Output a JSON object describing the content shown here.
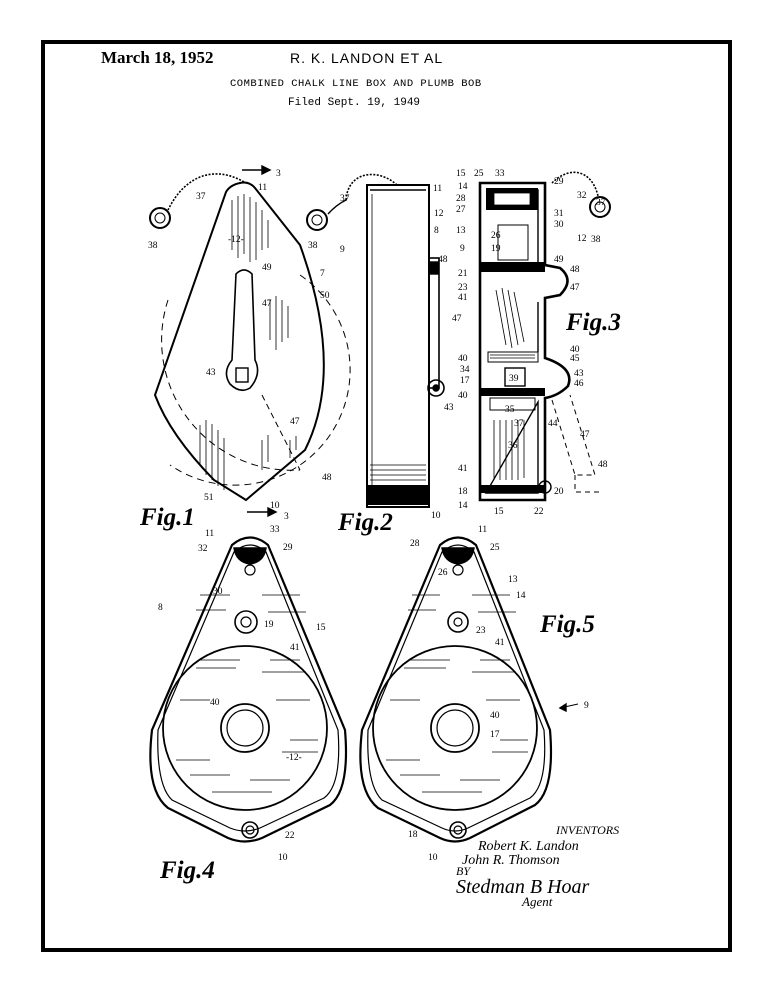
{
  "header": {
    "date": "March 18, 1952",
    "names": "R. K. LANDON  ET AL",
    "title": "COMBINED CHALK LINE BOX AND PLUMB BOB",
    "filed": "Filed Sept. 19, 1949"
  },
  "figures": {
    "fig1": "Fig.1",
    "fig2": "Fig.2",
    "fig3": "Fig.3",
    "fig4": "Fig.4",
    "fig5": "Fig.5"
  },
  "signature": {
    "inventors_label": "INVENTORS",
    "inventor1": "Robert K. Landon",
    "inventor2": "John R. Thomson",
    "by": "BY",
    "agent_name": "Stedman B Hoar",
    "agent_label": "Agent"
  },
  "reference_numbers": {
    "n3": "3",
    "n7": "7",
    "n8": "8",
    "n9": "9",
    "n10": "10",
    "n11": "11",
    "n12": "12",
    "n13": "13",
    "n14": "14",
    "n15": "15",
    "n17": "17",
    "n18": "18",
    "n19": "19",
    "n20": "20",
    "n21": "21",
    "n22": "22",
    "n23": "23",
    "n25": "25",
    "n26": "26",
    "n27": "27",
    "n28": "28",
    "n29": "29",
    "n30": "30",
    "n31": "31",
    "n32": "32",
    "n33": "33",
    "n34": "34",
    "n35": "35",
    "n36": "36",
    "n37": "37",
    "n38": "38",
    "n39": "39",
    "n40": "40",
    "n41": "41",
    "n43": "43",
    "n44": "44",
    "n45": "45",
    "n46": "46",
    "n47": "47",
    "n48": "48",
    "n49": "49",
    "n50": "50",
    "n51": "51",
    "dash12": "-12-"
  }
}
